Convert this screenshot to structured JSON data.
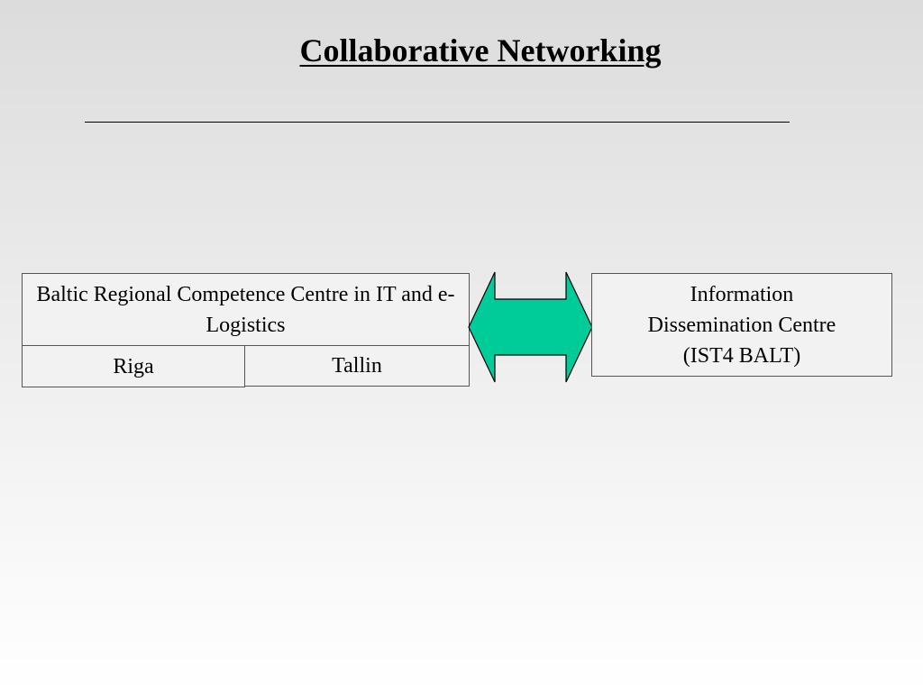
{
  "slide": {
    "title": "Collaborative Networking"
  },
  "diagram": {
    "main_centre": "Baltic Regional Competence Centre in IT and e-Logistics",
    "locations": {
      "left": "Riga",
      "right": "Tallin"
    },
    "info_centre": {
      "line1": "Information",
      "line2": "Dissemination Centre",
      "line3": "(IST4 BALT)"
    },
    "connector": {
      "type": "double-headed-arrow",
      "fill_color": "#00cc99",
      "outline_color": "#000000"
    }
  },
  "colors": {
    "box_fill": "#f2f2f2",
    "box_border": "#555555"
  }
}
